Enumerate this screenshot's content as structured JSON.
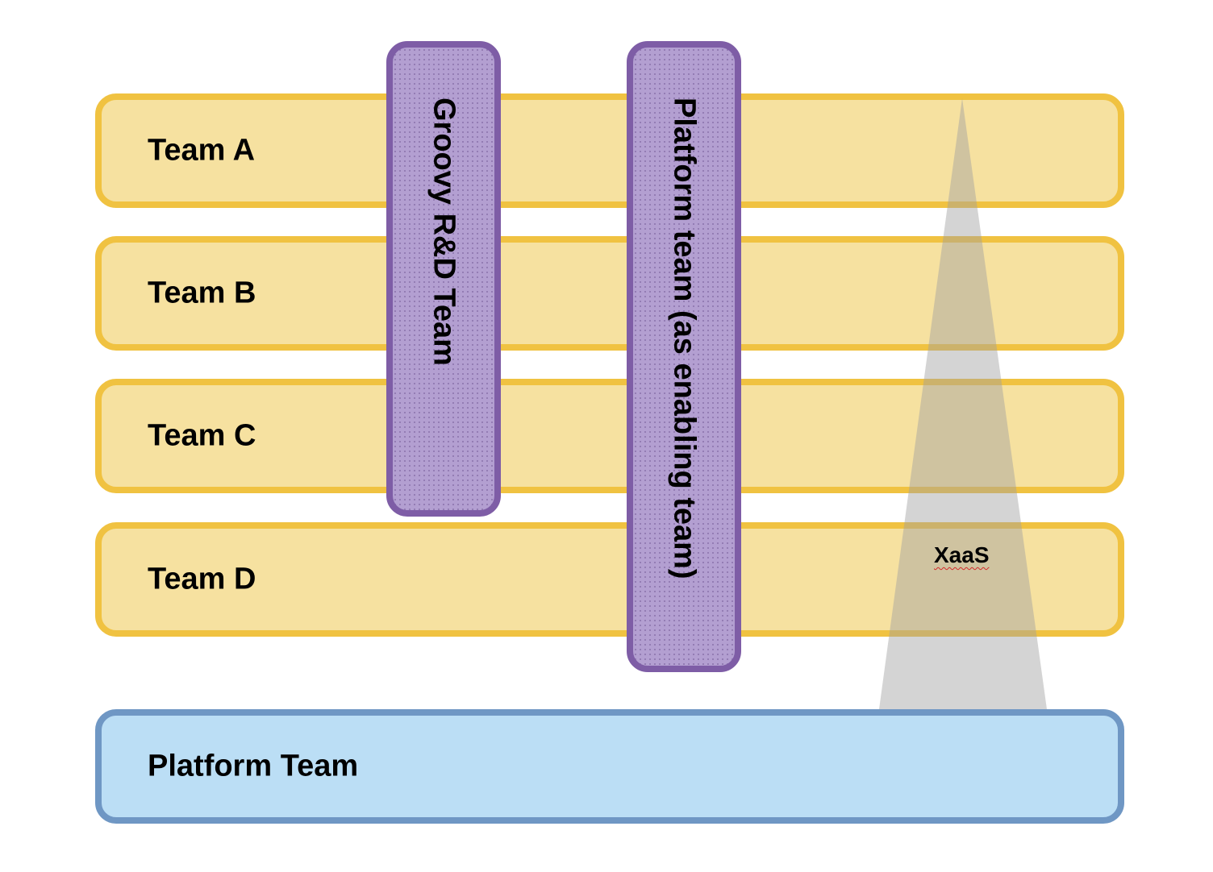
{
  "teams": [
    {
      "label": "Team A"
    },
    {
      "label": "Team B"
    },
    {
      "label": "Team C"
    },
    {
      "label": "Team D"
    }
  ],
  "platform": {
    "label": "Platform Team"
  },
  "enablers": {
    "groovy": {
      "label": "Groovy R&D Team"
    },
    "platform_enabling": {
      "label": "Platform team (as enabling team)"
    }
  },
  "xaas": {
    "label": "XaaS"
  },
  "colors": {
    "team_fill": "#f6e1a0",
    "team_border": "#f0c241",
    "platform_fill": "#bbdef5",
    "platform_border": "#6f97c4",
    "enabler_fill": "#b39fd1",
    "enabler_border": "#7e5da6",
    "xaas_beam": "#a0a0a0"
  }
}
